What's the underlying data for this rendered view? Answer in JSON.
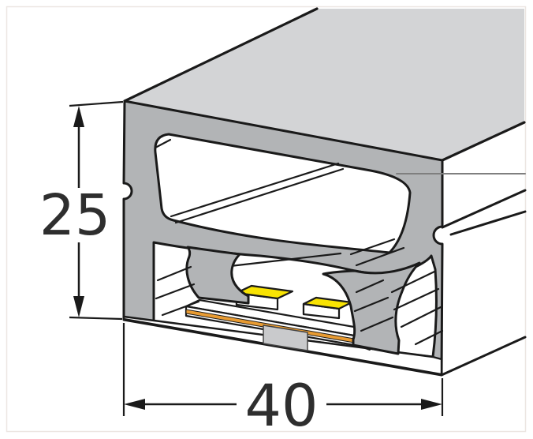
{
  "meta": {
    "description": "Isometric technical cross-section drawing of a silicone LED neon-flex profile with dimension callouts"
  },
  "dimensions": {
    "height": {
      "value": "25"
    },
    "width": {
      "value": "40"
    }
  },
  "colors": {
    "background": "#ffffff",
    "frame_border": "#ece6e2",
    "top_face": "#d3d4d6",
    "body": "#b2b4b6",
    "cavity_white": "#ffffff",
    "led_yellow": "#f8e303",
    "pcb_orange": "#e89b32",
    "pad_gray": "#c9cacc",
    "outline": "#1a1a1a",
    "leader_line": "#7f7f7f",
    "dimension_text": "#2e2e2e"
  },
  "parts": {
    "body": "silicone-profile-body",
    "led": "led-chip",
    "pcb": "pcb-strip",
    "pad": "mounting-pad"
  }
}
